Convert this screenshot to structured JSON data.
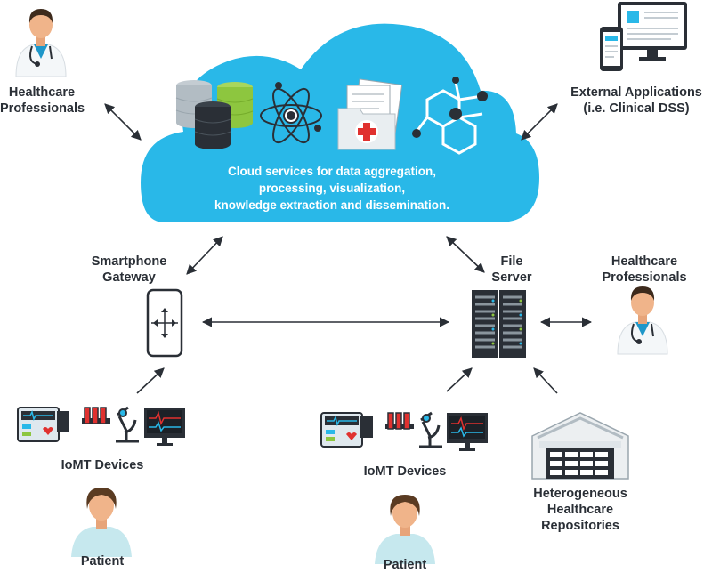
{
  "cloud": {
    "description": "Cloud services for data aggregation,\nprocessing, visualization,\nknowledge extraction and dissemination."
  },
  "nodes": {
    "healthcare_professionals_top": "Healthcare\nProfessionals",
    "external_applications": "External Applications\n(i.e. Clinical DSS)",
    "smartphone_gateway": "Smartphone\nGateway",
    "file_server": "File\nServer",
    "healthcare_professionals_right": "Healthcare\nProfessionals",
    "iomt_devices_left": "IoMT Devices",
    "iomt_devices_mid": "IoMT Devices",
    "patient_left": "Patient",
    "patient_mid": "Patient",
    "repositories": "Heterogeneous\nHealthcare\nRepositories"
  },
  "colors": {
    "cloud": "#29b8e8",
    "dark": "#2a2f36",
    "scrub": "#1f97c9",
    "skin": "#f0b48a",
    "hair": "#5a3b22",
    "patient_gown": "#c6e8ee"
  },
  "icons": [
    "doctor-icon",
    "database-icon",
    "atom-icon",
    "medical-folder-icon",
    "molecule-icon",
    "monitor-icon",
    "smartphone-icon",
    "server-rack-icon",
    "ecg-device-icon",
    "microscope-icon",
    "test-tubes-icon",
    "patient-icon",
    "warehouse-icon"
  ]
}
